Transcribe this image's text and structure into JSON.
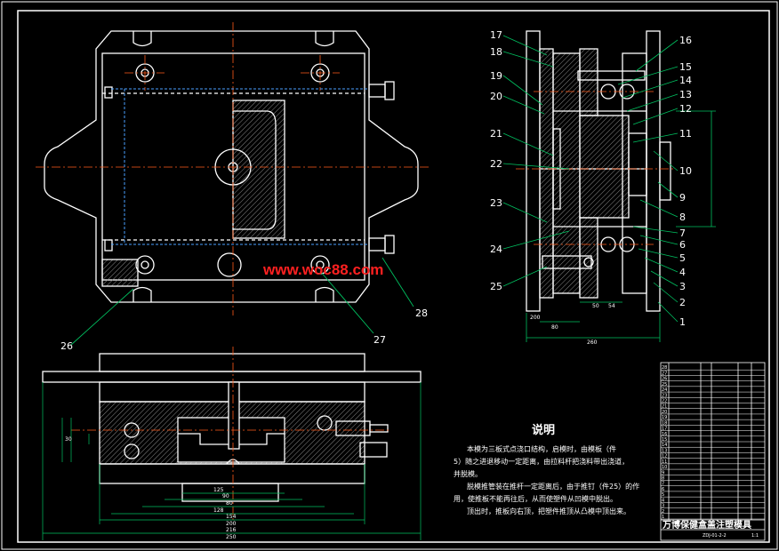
{
  "drawing": {
    "watermark": "www.woc88.com",
    "notes_title": "说明",
    "notes": [
      "本模为三板式点浇口结构，启模时，由模板（件",
      "5）随之进退移动一定距离，由拉料杆把浇料带出浇道，",
      "并脱模。",
      "脱模推管装在推杆一定距离后，由于推钉（件25）的作",
      "用，使推板不能再往后，从而使塑件从凹模中脱出。",
      "顶出时，推板向右顶，把塑件推顶从凸模中顶出来。"
    ],
    "part_numbers_right": [
      "1",
      "2",
      "3",
      "4",
      "5",
      "6",
      "7",
      "8",
      "9",
      "10",
      "11",
      "12",
      "13",
      "14",
      "15",
      "16"
    ],
    "part_numbers_left": [
      "17",
      "18",
      "19",
      "20",
      "21",
      "22",
      "23",
      "24",
      "25"
    ],
    "part_numbers_top_view": [
      "26",
      "27",
      "28"
    ],
    "dims_bottom_right": [
      "200",
      "80",
      "260",
      "50",
      "54"
    ],
    "dims_front_view": [
      "125",
      "90",
      "80",
      "128",
      "154",
      "200",
      "216",
      "250"
    ],
    "dims_side": [
      "30"
    ],
    "title_block": {
      "title": "万博保健盒盖注塑模具",
      "drawing_no": "ZDJ-01-2-2",
      "scale": "1:1"
    },
    "bom_rows": [
      "28",
      "27",
      "26",
      "25",
      "24",
      "23",
      "22",
      "21",
      "20",
      "19",
      "18",
      "17",
      "16",
      "15",
      "14",
      "13",
      "12",
      "11",
      "10",
      "9",
      "8",
      "7",
      "6",
      "5",
      "4",
      "3",
      "2",
      "1"
    ]
  }
}
